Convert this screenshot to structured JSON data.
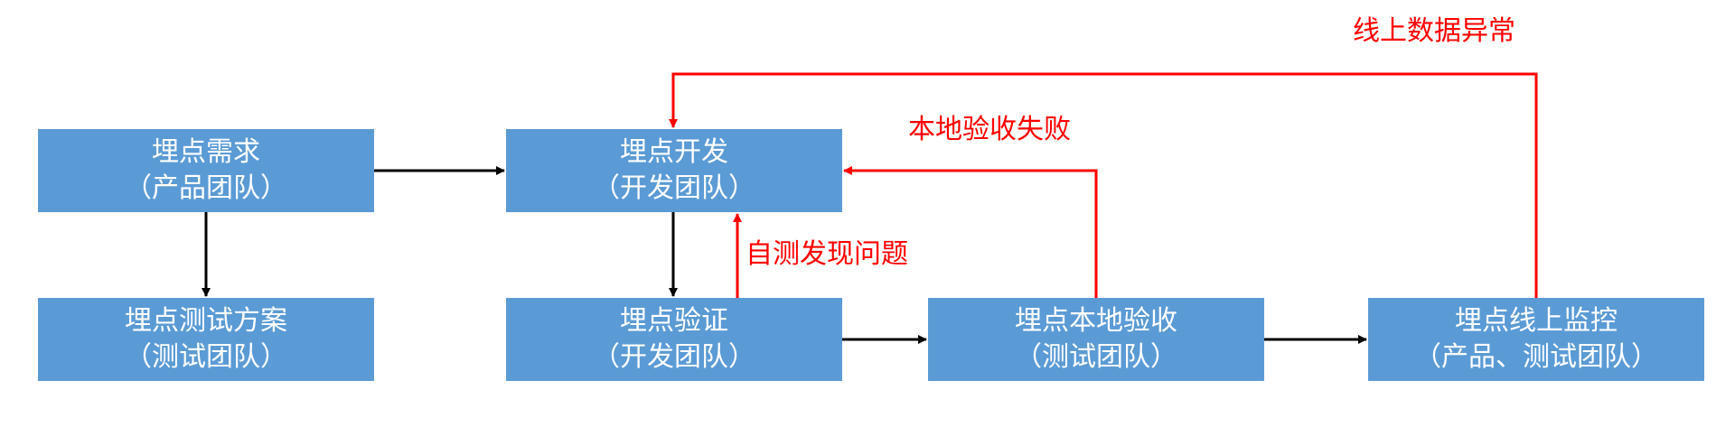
{
  "nodes": {
    "requirement": {
      "title": "埋点需求",
      "team": "（产品团队）"
    },
    "test_plan": {
      "title": "埋点测试方案",
      "team": "（测试团队）"
    },
    "development": {
      "title": "埋点开发",
      "team": "（开发团队）"
    },
    "verification": {
      "title": "埋点验证",
      "team": "（开发团队）"
    },
    "local_acceptance": {
      "title": "埋点本地验收",
      "team": "（测试团队）"
    },
    "online_monitoring": {
      "title": "埋点线上监控",
      "team": "（产品、测试团队）"
    }
  },
  "edges": {
    "self_test_issue": "自测发现问题",
    "local_acceptance_failed": "本地验收失败",
    "online_data_abnormal": "线上数据异常"
  },
  "colors": {
    "node_fill": "#5b9bd5",
    "node_text": "#ffffff",
    "flow_arrow": "#000000",
    "feedback_arrow": "#ff0000"
  }
}
